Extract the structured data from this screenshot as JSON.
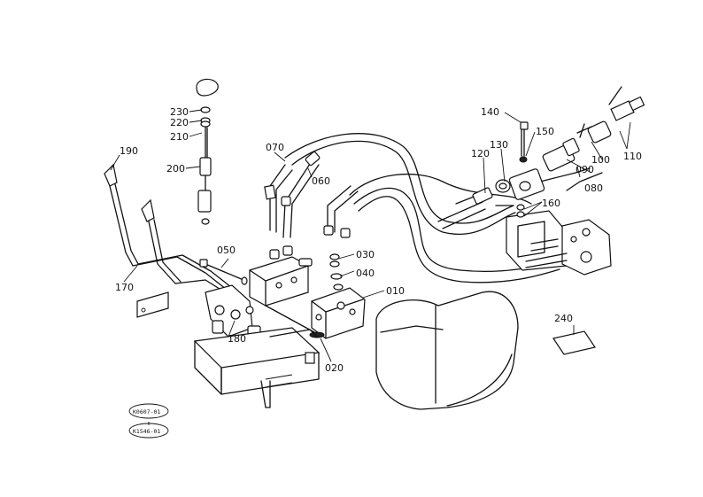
{
  "labels": {
    "p010": "010",
    "p020": "020",
    "p030": "030",
    "p040": "040",
    "p050": "050",
    "p060": "060",
    "p070": "070",
    "p080": "080",
    "p090": "090",
    "p100": "100",
    "p110": "110",
    "p120": "120",
    "p130": "130",
    "p140": "140",
    "p150": "150",
    "p160": "160",
    "p170": "170",
    "p180": "180",
    "p190": "190",
    "p200": "200",
    "p210": "210",
    "p220": "220",
    "p230": "230",
    "p240": "240"
  },
  "badges": {
    "top": "K0607-01",
    "bottom": "K1546-01"
  }
}
